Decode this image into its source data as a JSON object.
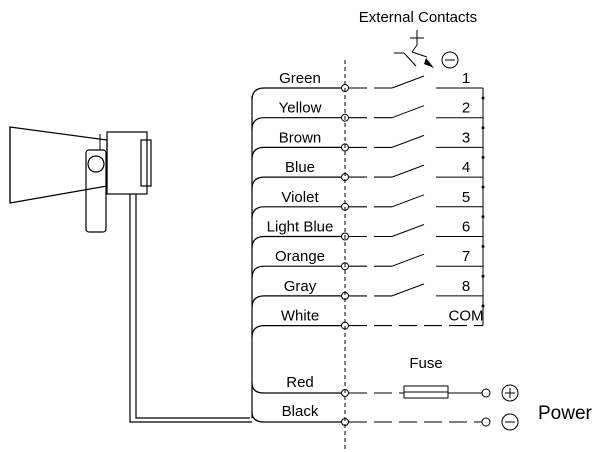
{
  "title": "External Contacts",
  "wires": [
    {
      "label": "Green",
      "terminal": "1"
    },
    {
      "label": "Yellow",
      "terminal": "2"
    },
    {
      "label": "Brown",
      "terminal": "3"
    },
    {
      "label": "Blue",
      "terminal": "4"
    },
    {
      "label": "Violet",
      "terminal": "5"
    },
    {
      "label": "Light Blue",
      "terminal": "6"
    },
    {
      "label": "Orange",
      "terminal": "7"
    },
    {
      "label": "Gray",
      "terminal": "8"
    },
    {
      "label": "White",
      "terminal": "COM"
    }
  ],
  "power": {
    "red_label": "Red",
    "black_label": "Black",
    "fuse_label": "Fuse",
    "plus_symbol": "+",
    "minus_symbol": "−",
    "label": "Power"
  }
}
